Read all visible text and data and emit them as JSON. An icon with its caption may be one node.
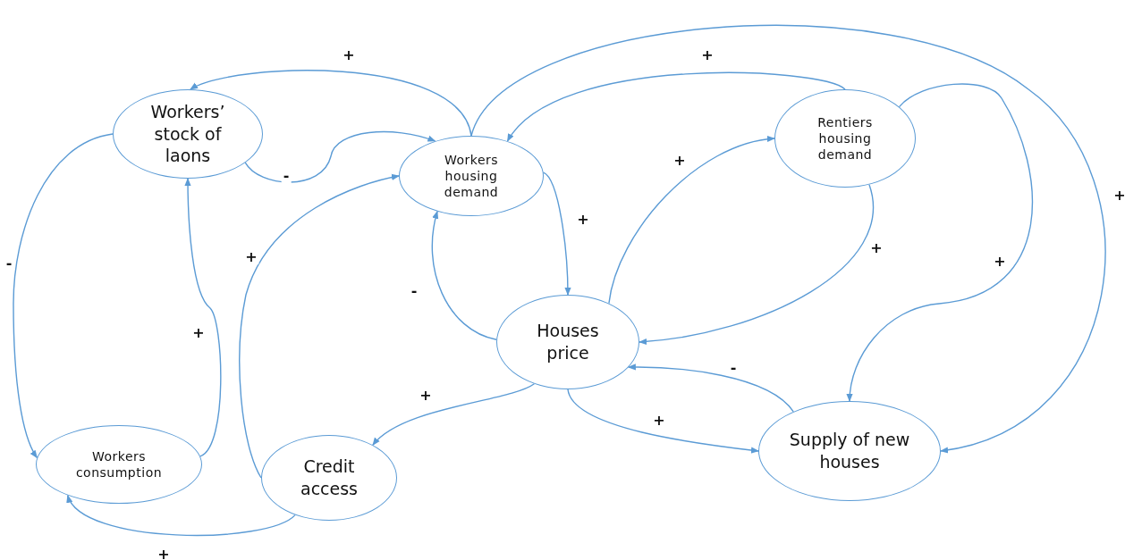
{
  "diagram": {
    "nodes": [
      {
        "text": [
          "Workers’ stock of laons"
        ]
      },
      {
        "text": [
          "Workers housing demand"
        ]
      },
      {
        "text": [
          "Rentiers housing demand"
        ]
      },
      {
        "text": [
          "Houses price"
        ]
      },
      {
        "text": [
          "Workers consumption"
        ]
      },
      {
        "text": [
          "Credit access"
        ]
      },
      {
        "text": [
          "Supply of new houses"
        ]
      }
    ],
    "edges": [
      {
        "from": 1,
        "to": 0,
        "arrow": "to",
        "label": "+"
      },
      {
        "from": 0,
        "to": 1,
        "arrow": "to",
        "label": "-"
      },
      {
        "from": 0,
        "to": 4,
        "arrow": "to",
        "label": "-"
      },
      {
        "from": 4,
        "to": 0,
        "arrow": "to",
        "label": "+"
      },
      {
        "from": 5,
        "to": 1,
        "arrow": "to",
        "label": "+"
      },
      {
        "from": 3,
        "to": 1,
        "arrow": "to",
        "label": "-"
      },
      {
        "from": 1,
        "to": 3,
        "arrow": "to",
        "label": "+"
      },
      {
        "from": 2,
        "to": 1,
        "arrow": "to",
        "label": "+"
      },
      {
        "from": 1,
        "to": 6,
        "arrow": "to",
        "label": "+"
      },
      {
        "from": 3,
        "to": 2,
        "arrow": "to",
        "label": "+"
      },
      {
        "from": 2,
        "to": 3,
        "arrow": "to",
        "label": "+"
      },
      {
        "from": 2,
        "to": 6,
        "arrow": "to",
        "label": "+"
      },
      {
        "from": 6,
        "to": 3,
        "arrow": "to",
        "label": "-"
      },
      {
        "from": 3,
        "to": 6,
        "arrow": "to",
        "label": "+"
      },
      {
        "from": 3,
        "to": 5,
        "arrow": "to",
        "label": "+"
      },
      {
        "from": 5,
        "to": 4,
        "arrow": "to",
        "label": "+"
      }
    ]
  }
}
